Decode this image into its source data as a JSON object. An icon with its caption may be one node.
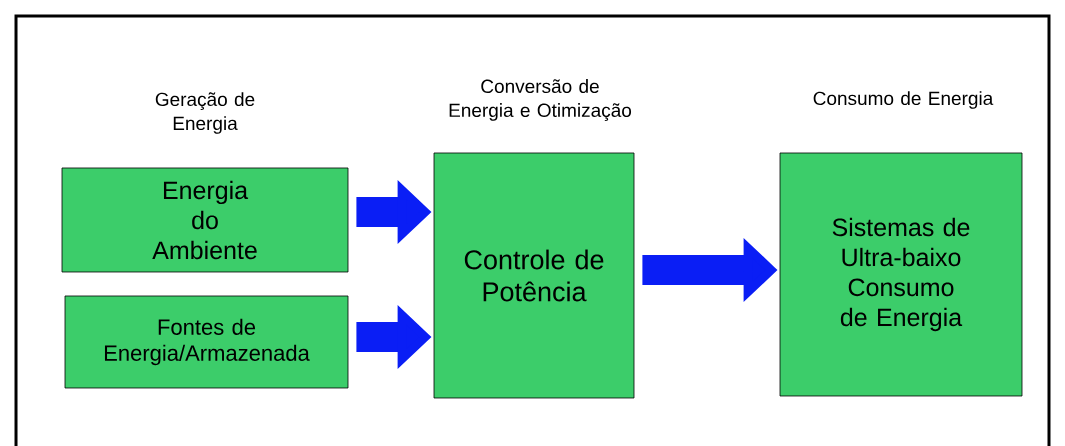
{
  "diagram": {
    "nodes": [
      {
        "text": [
          "Energia do Ambiente"
        ]
      },
      {
        "text": [
          "Fontes de Energia/Armazenada"
        ]
      },
      {
        "text": [
          "Controle de Potência"
        ]
      },
      {
        "text": [
          "Sistemas de Ultra-baixo Consumo de Energia"
        ]
      }
    ],
    "edges": [
      {
        "from": 0,
        "to": 2,
        "arrow": "to"
      },
      {
        "from": 1,
        "to": 2,
        "arrow": "to"
      },
      {
        "from": 2,
        "to": 3,
        "arrow": "to"
      }
    ],
    "labels": [
      "Geração de Energia",
      "Conversão de Energia e Otimização",
      "Consumo de Energia"
    ]
  }
}
